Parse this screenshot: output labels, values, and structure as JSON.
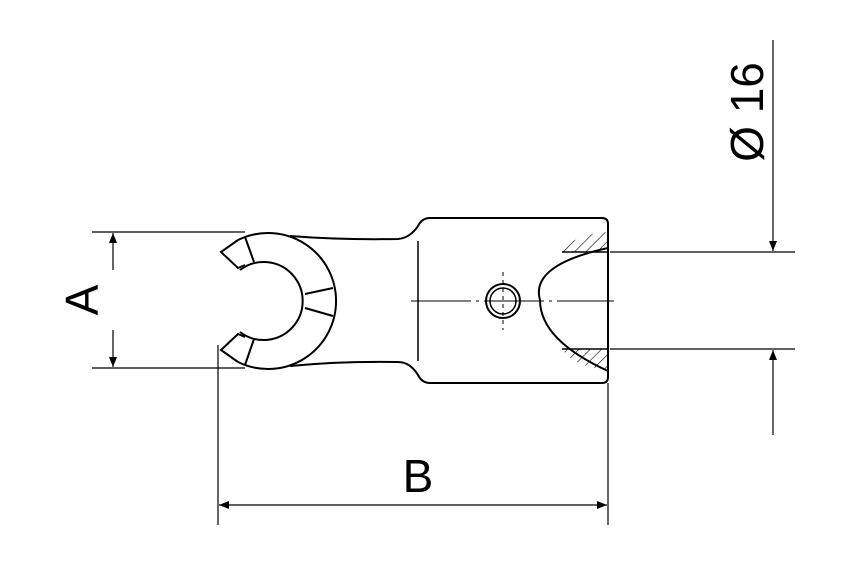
{
  "drawing": {
    "dim_a_label": "A",
    "dim_b_label": "B",
    "dim_diameter_label": "Ø 16",
    "line_color": "#000000",
    "background": "#ffffff"
  }
}
